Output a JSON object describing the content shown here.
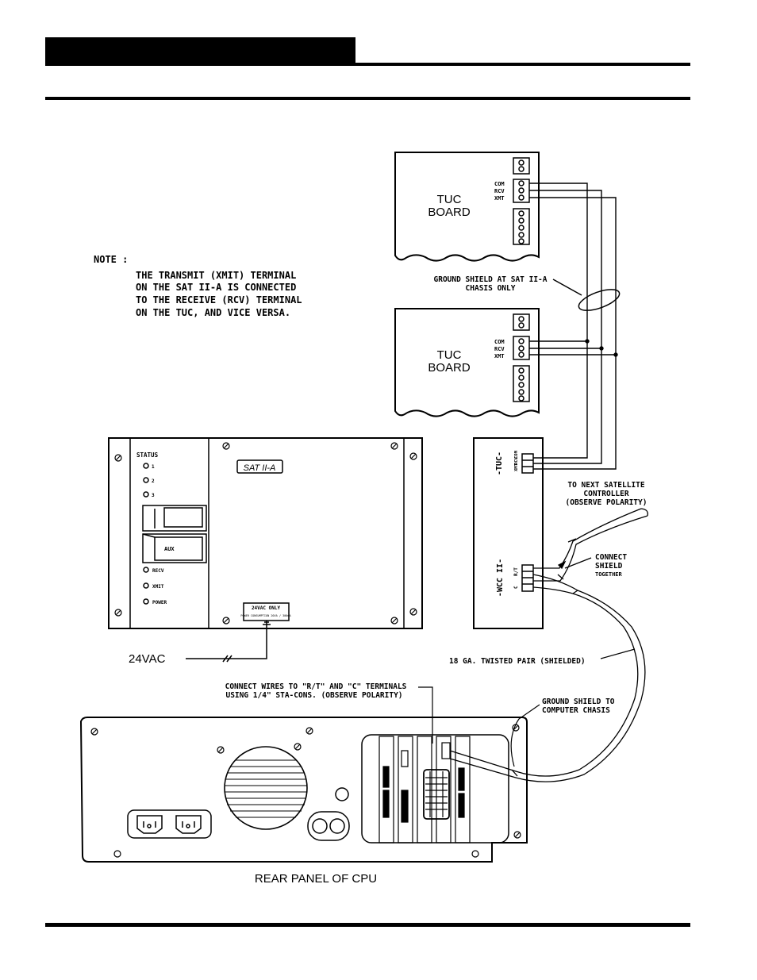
{
  "note": {
    "heading": "NOTE :",
    "lines": [
      "THE TRANSMIT (XMIT) TERMINAL",
      "ON THE SAT II-A IS CONNECTED",
      "TO THE RECEIVE (RCV) TERMINAL",
      "ON THE TUC, AND VICE VERSA."
    ]
  },
  "tuc_board": {
    "label_line1": "TUC",
    "label_line2": "BOARD",
    "terminals": [
      "COM",
      "RCV",
      "XMT"
    ]
  },
  "ground_shield_sat": {
    "line1": "GROUND SHIELD AT SAT II-A",
    "line2": "CHASIS ONLY"
  },
  "sat": {
    "title": "SAT II-A",
    "status_label": "STATUS",
    "status_leds": [
      "1",
      "2",
      "3"
    ],
    "aux_label": "AUX",
    "bottom_leds": [
      "RECV",
      "XMIT",
      "POWER"
    ],
    "power_label": "24VAC ONLY",
    "power_sub": "POWER CONSUMPTION 20VA / 300mA"
  },
  "tuc_connector": {
    "label": "-TUC-",
    "pins": [
      "COM",
      "RCV",
      "XMT"
    ]
  },
  "wcc_connector": {
    "label": "-WCC II-",
    "pins": [
      "R/T",
      "C"
    ]
  },
  "next_satellite": {
    "line1": "TO NEXT SATELLITE",
    "line2": "CONTROLLER",
    "line3": "(OBSERVE POLARITY)"
  },
  "connect_shield": {
    "line1": "CONNECT",
    "line2": "SHIELD",
    "line3": "TOGETHER"
  },
  "vac_label": "24VAC",
  "twisted_pair": "18 GA. TWISTED PAIR (SHIELDED)",
  "connect_wires": {
    "line1": "CONNECT WIRES TO \"R/T\" AND \"C\" TERMINALS",
    "line2": "USING 1/4\" STA-CONS. (OBSERVE POLARITY)"
  },
  "ground_computer": {
    "line1": "GROUND SHIELD TO",
    "line2": "COMPUTER CHASIS"
  },
  "cpu_label": "REAR PANEL OF CPU"
}
